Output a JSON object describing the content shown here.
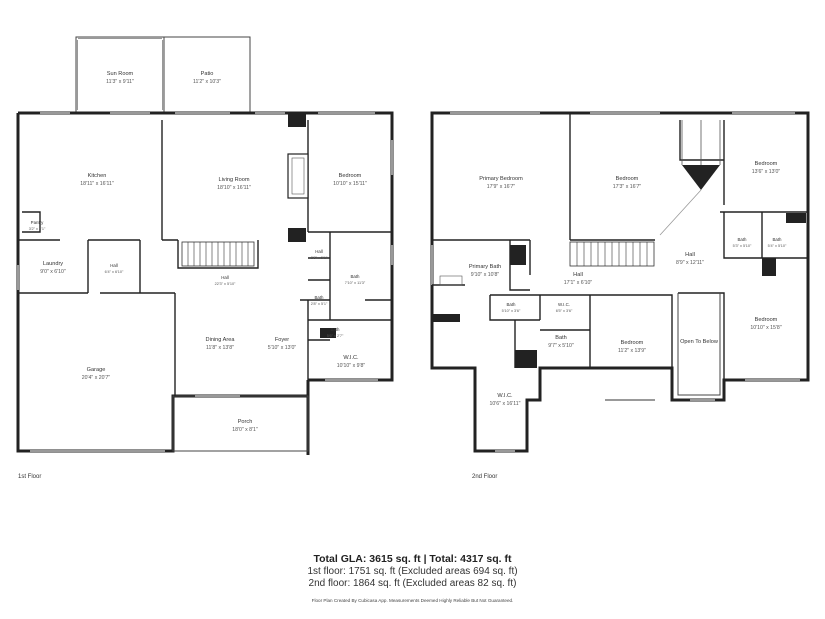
{
  "rooms": {
    "sun_room": {
      "name": "Sun Room",
      "dim": "11'3\" x 9'11\""
    },
    "patio": {
      "name": "Patio",
      "dim": "11'2\" x 10'3\""
    },
    "kitchen": {
      "name": "Kitchen",
      "dim": "18'11\" x 16'11\""
    },
    "living_room": {
      "name": "Living Room",
      "dim": "18'10\" x 16'11\""
    },
    "bedroom_1f": {
      "name": "Bedroom",
      "dim": "10'10\" x 15'11\""
    },
    "pantry": {
      "name": "Pantry",
      "dim": "3'2\" x 4'1\""
    },
    "laundry": {
      "name": "Laundry",
      "dim": "9'0\" x 6'10\""
    },
    "hall_small": {
      "name": "Hall",
      "dim": "6'4\" x 6'10\""
    },
    "hall_1f": {
      "name": "Hall",
      "dim": "22'3\" x 5'10\""
    },
    "hall_tiny": {
      "name": "Hall",
      "dim": "2'8\" x 5'1\""
    },
    "bath_1f": {
      "name": "Bath",
      "dim": "7'10\" x 11'3\""
    },
    "bath_1f_b": {
      "name": "Bath",
      "dim": "2'8\" x 5'1\""
    },
    "bath_1f_c": {
      "name": "Bath",
      "dim": "5'6\" x 2'7\""
    },
    "wic_1f": {
      "name": "W.I.C.",
      "dim": "10'10\" x 9'8\""
    },
    "garage": {
      "name": "Garage",
      "dim": "20'4\" x 20'7\""
    },
    "dining": {
      "name": "Dining Area",
      "dim": "11'8\" x 13'8\""
    },
    "foyer": {
      "name": "Foyer",
      "dim": "5'10\" x 13'0\""
    },
    "porch": {
      "name": "Porch",
      "dim": "18'0\" x 8'1\""
    },
    "primary_bedroom": {
      "name": "Primary Bedroom",
      "dim": "17'9\" x 16'7\""
    },
    "bedroom_2f_a": {
      "name": "Bedroom",
      "dim": "17'3\" x 16'7\""
    },
    "bedroom_2f_b": {
      "name": "Bedroom",
      "dim": "13'6\" x 13'0\""
    },
    "primary_bath": {
      "name": "Primary Bath",
      "dim": "9'10\" x 10'8\""
    },
    "hall_2f_a": {
      "name": "Hall",
      "dim": "17'1\" x 6'10\""
    },
    "hall_2f_b": {
      "name": "Hall",
      "dim": "8'9\" x 12'11\""
    },
    "bath_2f_a": {
      "name": "Bath",
      "dim": "5'3\" x 5'10\""
    },
    "bath_2f_b": {
      "name": "Bath",
      "dim": "5'4\" x 5'10\""
    },
    "bath_2f_c": {
      "name": "Bath",
      "dim": "5'10\" x 3'6\""
    },
    "wic_2f_a": {
      "name": "W.I.C.",
      "dim": "6'5\" x 3'6\""
    },
    "bath_2f_d": {
      "name": "Bath",
      "dim": "9'7\" x 5'10\""
    },
    "bedroom_2f_c": {
      "name": "Bedroom",
      "dim": "11'2\" x 13'9\""
    },
    "open_to_below": {
      "name": "Open To Below",
      "dim": ""
    },
    "bedroom_2f_d": {
      "name": "Bedroom",
      "dim": "10'10\" x 15'8\""
    },
    "wic_2f_b": {
      "name": "W.I.C.",
      "dim": "10'6\" x 16'11\""
    }
  },
  "floors": {
    "first": "1st Floor",
    "second": "2nd Floor"
  },
  "summary": {
    "total": "Total GLA: 3615 sq. ft | Total: 4317 sq. ft",
    "first_floor": "1st floor: 1751 sq. ft (Excluded areas 694 sq. ft)",
    "second_floor": "2nd floor: 1864 sq. ft (Excluded areas 82 sq. ft)"
  },
  "disclaimer": "Floor Plan Created By Cubicasa App. Measurements Deemed Highly Reliable But Not Guaranteed."
}
